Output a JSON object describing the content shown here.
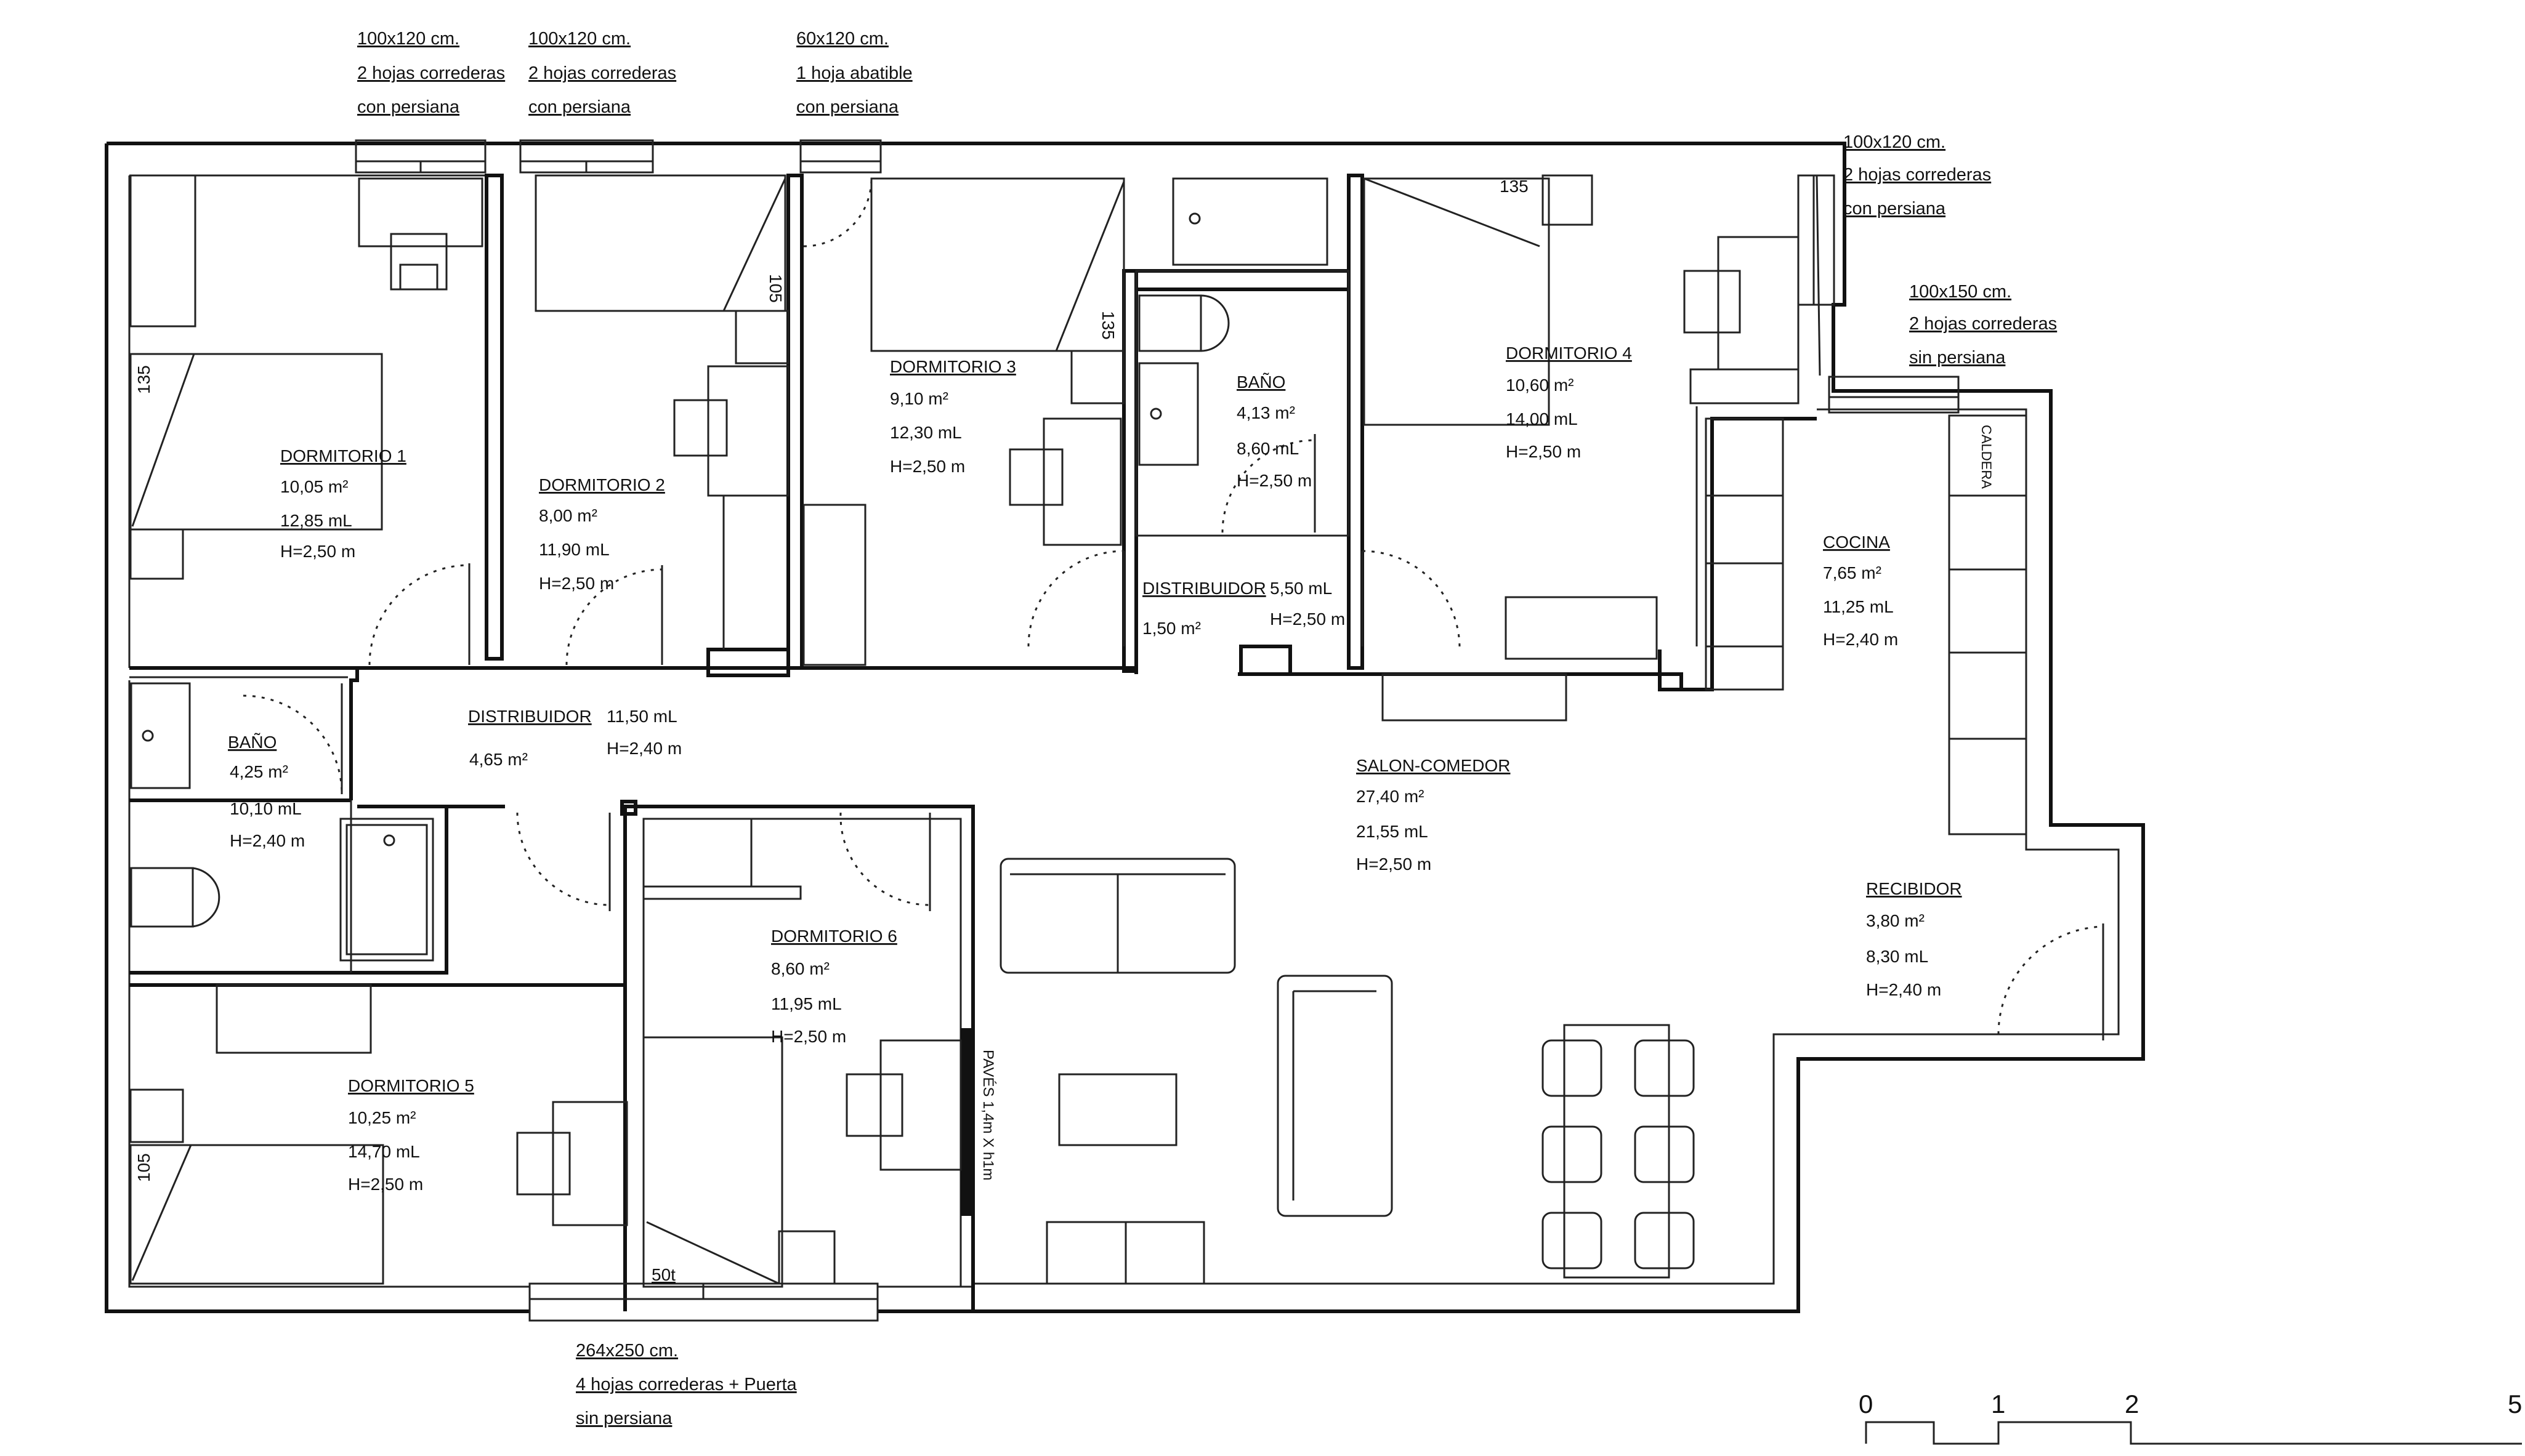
{
  "rooms": [
    {
      "id": "dorm1",
      "name": "DORMITORIO 1",
      "area": "10,05 m²",
      "ml": "12,85 mL",
      "h": "H=2,50 m"
    },
    {
      "id": "dorm2",
      "name": "DORMITORIO 2",
      "area": "8,00 m²",
      "ml": "11,90 mL",
      "h": "H=2,50 m"
    },
    {
      "id": "dorm3",
      "name": "DORMITORIO 3",
      "area": "9,10 m²",
      "ml": "12,30 mL",
      "h": "H=2,50 m"
    },
    {
      "id": "bano2",
      "name": "BAÑO",
      "area": "4,13 m²",
      "ml": "8,60 mL",
      "h": "H=2,50 m"
    },
    {
      "id": "dorm4",
      "name": "DORMITORIO 4",
      "area": "10,60 m²",
      "ml": "14,00 mL",
      "h": "H=2,50 m"
    },
    {
      "id": "cocina",
      "name": "COCINA",
      "area": "7,65 m²",
      "ml": "11,25 mL",
      "h": "H=2,40 m"
    },
    {
      "id": "distrib2",
      "name": "DISTRIBUIDOR",
      "area": "1,50 m²",
      "ml": "5,50 mL",
      "h": "H=2,50 m"
    },
    {
      "id": "bano1",
      "name": "BAÑO",
      "area": "4,25 m²",
      "ml": "10,10 mL",
      "h": "H=2,40 m"
    },
    {
      "id": "distrib1",
      "name": "DISTRIBUIDOR",
      "area": "4,65 m²",
      "ml": "11,50 mL",
      "h": "H=2,40 m"
    },
    {
      "id": "salon",
      "name": "SALON-COMEDOR",
      "area": "27,40 m²",
      "ml": "21,55 mL",
      "h": "H=2,50 m"
    },
    {
      "id": "dorm6",
      "name": "DORMITORIO 6",
      "area": "8,60 m²",
      "ml": "11,95 mL",
      "h": "H=2,50 m"
    },
    {
      "id": "recibidor",
      "name": "RECIBIDOR",
      "area": "3,80 m²",
      "ml": "8,30 mL",
      "h": "H=2,40 m"
    },
    {
      "id": "dorm5",
      "name": "DORMITORIO 5",
      "area": "10,25 m²",
      "ml": "14,70 mL",
      "h": "H=2,50 m"
    }
  ],
  "windows": [
    {
      "id": "w1",
      "lines": [
        "100x120 cm.",
        "2 hojas correderas",
        "con persiana"
      ]
    },
    {
      "id": "w2",
      "lines": [
        "100x120 cm.",
        "2 hojas correderas",
        "con persiana"
      ]
    },
    {
      "id": "w3",
      "lines": [
        "60x120 cm.",
        "1 hoja abatible",
        "con persiana"
      ]
    },
    {
      "id": "w4",
      "lines": [
        "100x120 cm.",
        "2 hojas correderas",
        "con persiana"
      ]
    },
    {
      "id": "w5",
      "lines": [
        "100x150 cm.",
        "2 hojas correderas",
        "sin persiana"
      ]
    },
    {
      "id": "w6",
      "lines": [
        "264x250 cm.",
        "4 hojas correderas + Puerta",
        "sin persiana"
      ]
    }
  ],
  "dimension_marks": {
    "bed1": "135",
    "bed2": "105",
    "bed3": "135",
    "bed4": "135",
    "bed5": "105",
    "bed6": "50t"
  },
  "fixture_labels": {
    "caldera": "CALDERA",
    "paves": "PAVÉS 1,4m X h1m"
  },
  "scale_bar": {
    "labels": [
      "0",
      "1",
      "2",
      "5"
    ]
  }
}
